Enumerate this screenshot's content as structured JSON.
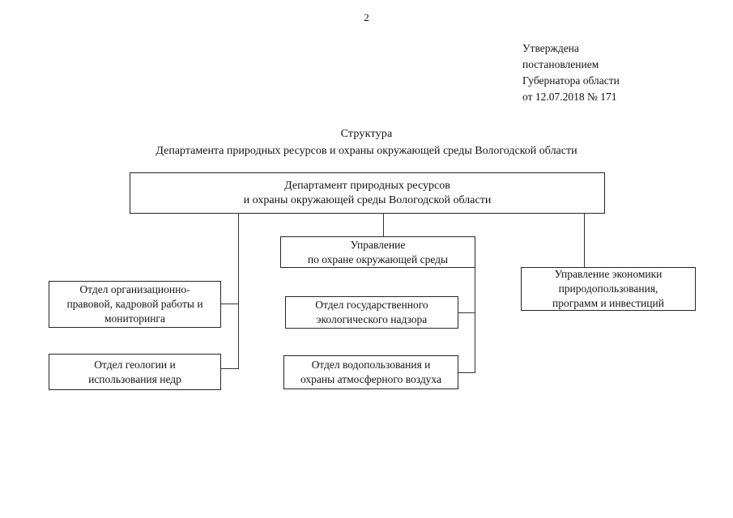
{
  "page": {
    "number": "2"
  },
  "approval": {
    "line_1": "Утверждена",
    "line_2": "постановлением",
    "line_3": "Губернатора области",
    "line_4": "от 12.07.2018 № 171"
  },
  "title": {
    "line_1": "Структура",
    "line_2": "Департамента природных ресурсов и охраны окружающей среды Вологодской области"
  },
  "chart_data": {
    "type": "diagram",
    "title": "Структура Департамента природных ресурсов и охраны окружающей среды Вологодской области",
    "nodes": [
      {
        "id": "department",
        "level": 0,
        "lines": [
          "Департамент природных ресурсов",
          "и охраны окружающей среды Вологодской области"
        ]
      },
      {
        "id": "ecology-directorate",
        "level": 1,
        "lines": [
          "Управление",
          "по охране окружающей среды"
        ]
      },
      {
        "id": "economics-directorate",
        "level": 1,
        "lines": [
          "Управление экономики",
          "природопользования,",
          "программ и инвестиций"
        ]
      },
      {
        "id": "org-legal-dept",
        "level": 1,
        "lines": [
          "Отдел организационно-",
          "правовой, кадровой работы и",
          "мониторинга"
        ]
      },
      {
        "id": "geology-dept",
        "level": 1,
        "lines": [
          "Отдел геологии и",
          "использования недр"
        ]
      },
      {
        "id": "eco-supervision-dept",
        "level": 2,
        "lines": [
          "Отдел государственного",
          "экологического надзора"
        ]
      },
      {
        "id": "water-air-dept",
        "level": 2,
        "lines": [
          "Отдел водопользования и",
          "охраны атмосферного воздуха"
        ]
      }
    ],
    "edges": [
      {
        "from": "department",
        "to": "ecology-directorate"
      },
      {
        "from": "department",
        "to": "economics-directorate"
      },
      {
        "from": "department",
        "to": "org-legal-dept"
      },
      {
        "from": "department",
        "to": "geology-dept"
      },
      {
        "from": "ecology-directorate",
        "to": "eco-supervision-dept"
      },
      {
        "from": "ecology-directorate",
        "to": "water-air-dept"
      }
    ],
    "colors": {
      "box_border": "#262626",
      "line": "#333333",
      "text": "#141414",
      "background": "#ffffff"
    }
  }
}
